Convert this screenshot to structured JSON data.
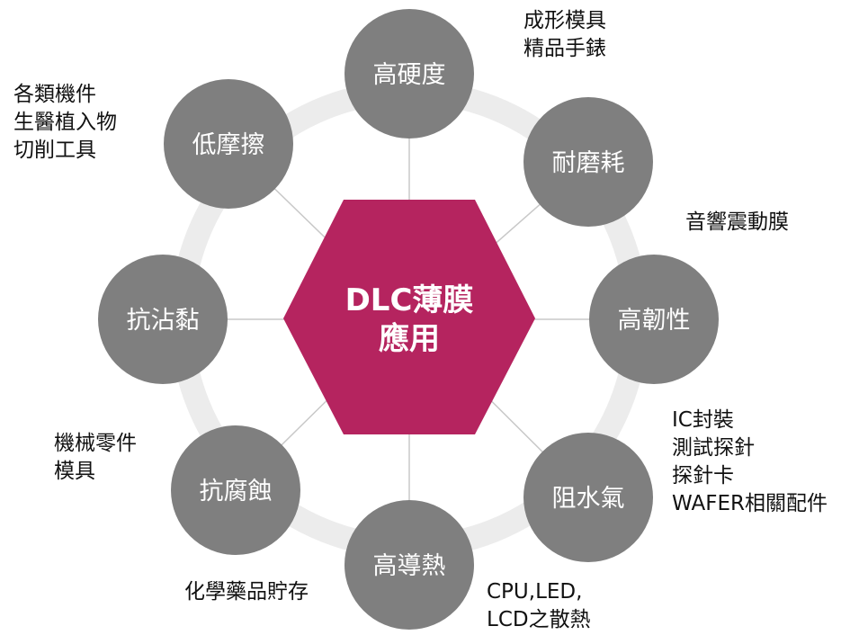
{
  "colors": {
    "ring": "#ececec",
    "spoke": "#c8c8c8",
    "node_fill": "#7f7f7f",
    "hexagon_fill": "#b5245f",
    "text_dark": "#111111"
  },
  "center": {
    "line1": "DLC薄膜",
    "line2": "應用"
  },
  "nodes": {
    "high_hardness": "高硬度",
    "wear_resistant": "耐磨耗",
    "high_toughness": "高韌性",
    "moisture_barrier": "阻水氣",
    "high_thermal_conductivity": "高導熱",
    "corrosion_resistant": "抗腐蝕",
    "anti_stick": "抗沾黏",
    "low_friction": "低摩擦"
  },
  "applications": {
    "high_hardness": [
      "成形模具",
      "精品手錶"
    ],
    "wear_resistant": [
      "音響震動膜"
    ],
    "moisture_barrier": [
      "IC封裝",
      "測試探針",
      "探針卡",
      "WAFER相關配件"
    ],
    "high_thermal_conductivity": [
      "CPU,LED,",
      "LCD之散熱"
    ],
    "chemical_storage": [
      "化學藥品貯存"
    ],
    "corrosion_resistant": [
      "機械零件",
      "模具"
    ],
    "low_friction": [
      "各類機件",
      "生醫植入物",
      "切削工具"
    ]
  }
}
